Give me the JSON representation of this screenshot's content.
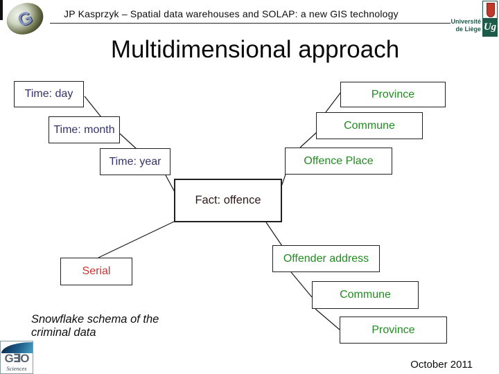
{
  "header": {
    "title": "JP Kasprzyk – Spatial data warehouses and SOLAP: a new GIS technology",
    "university": {
      "line1": "Université",
      "line2": "de Liège",
      "monogram": "Ug"
    },
    "globe_letter": "G"
  },
  "slide": {
    "title": "Multidimensional approach",
    "caption": "Snowflake schema of the criminal data",
    "date": "October 2011"
  },
  "colors": {
    "time_dimension": "#333366",
    "place_dimension": "#1f8c1f",
    "serial_dimension": "#cc3333",
    "fact": "#2e1a1a",
    "connector": "#1a1a1a",
    "university_teal": "#1d5a4a"
  },
  "diagram": {
    "type": "snowflake-schema",
    "nodes": [
      {
        "id": "time-day",
        "label": "Time: day",
        "color_key": "time_dimension"
      },
      {
        "id": "time-month",
        "label": "Time: month",
        "color_key": "time_dimension"
      },
      {
        "id": "time-year",
        "label": "Time: year",
        "color_key": "time_dimension"
      },
      {
        "id": "province-top",
        "label": "Province",
        "color_key": "place_dimension"
      },
      {
        "id": "commune-top",
        "label": "Commune",
        "color_key": "place_dimension"
      },
      {
        "id": "offence-place",
        "label": "Offence Place",
        "color_key": "place_dimension"
      },
      {
        "id": "fact-offence",
        "label": "Fact: offence",
        "color_key": "fact"
      },
      {
        "id": "serial",
        "label": "Serial",
        "color_key": "serial_dimension"
      },
      {
        "id": "offender-address",
        "label": "Offender address",
        "color_key": "place_dimension"
      },
      {
        "id": "commune-bottom",
        "label": "Commune",
        "color_key": "place_dimension"
      },
      {
        "id": "province-bottom",
        "label": "Province",
        "color_key": "place_dimension"
      }
    ],
    "edges": [
      [
        "time-day",
        "time-month"
      ],
      [
        "time-month",
        "time-year"
      ],
      [
        "time-year",
        "fact-offence"
      ],
      [
        "province-top",
        "commune-top"
      ],
      [
        "commune-top",
        "offence-place"
      ],
      [
        "offence-place",
        "fact-offence"
      ],
      [
        "fact-offence",
        "serial"
      ],
      [
        "fact-offence",
        "offender-address"
      ],
      [
        "offender-address",
        "commune-bottom"
      ],
      [
        "commune-bottom",
        "province-bottom"
      ]
    ]
  },
  "footer_logo": {
    "word": "G∃O",
    "subtext": "Sciences"
  }
}
